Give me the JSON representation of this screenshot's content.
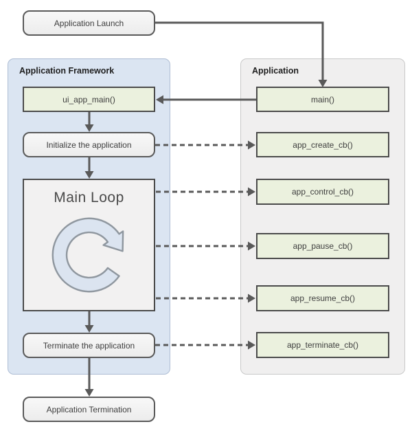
{
  "diagram": {
    "launch": {
      "label": "Application Launch"
    },
    "framework": {
      "title": "Application Framework",
      "entry": "ui_app_main()",
      "initialize": "Initialize the application",
      "main_loop": "Main Loop",
      "terminate": "Terminate the application"
    },
    "application": {
      "title": "Application",
      "entry": "main()",
      "callbacks": [
        "app_create_cb()",
        "app_control_cb()",
        "app_pause_cb()",
        "app_resume_cb()",
        "app_terminate_cb()"
      ]
    },
    "termination": {
      "label": "Application Termination"
    },
    "colors": {
      "framework_fill": "#dbe5f2",
      "application_fill": "#f0efef",
      "function_box_fill": "#ebf1de",
      "step_box_fill": "#f2f2f2",
      "arrow": "#595959",
      "icon_fill": "#dbe4f0",
      "icon_stroke": "#8f979f"
    }
  }
}
